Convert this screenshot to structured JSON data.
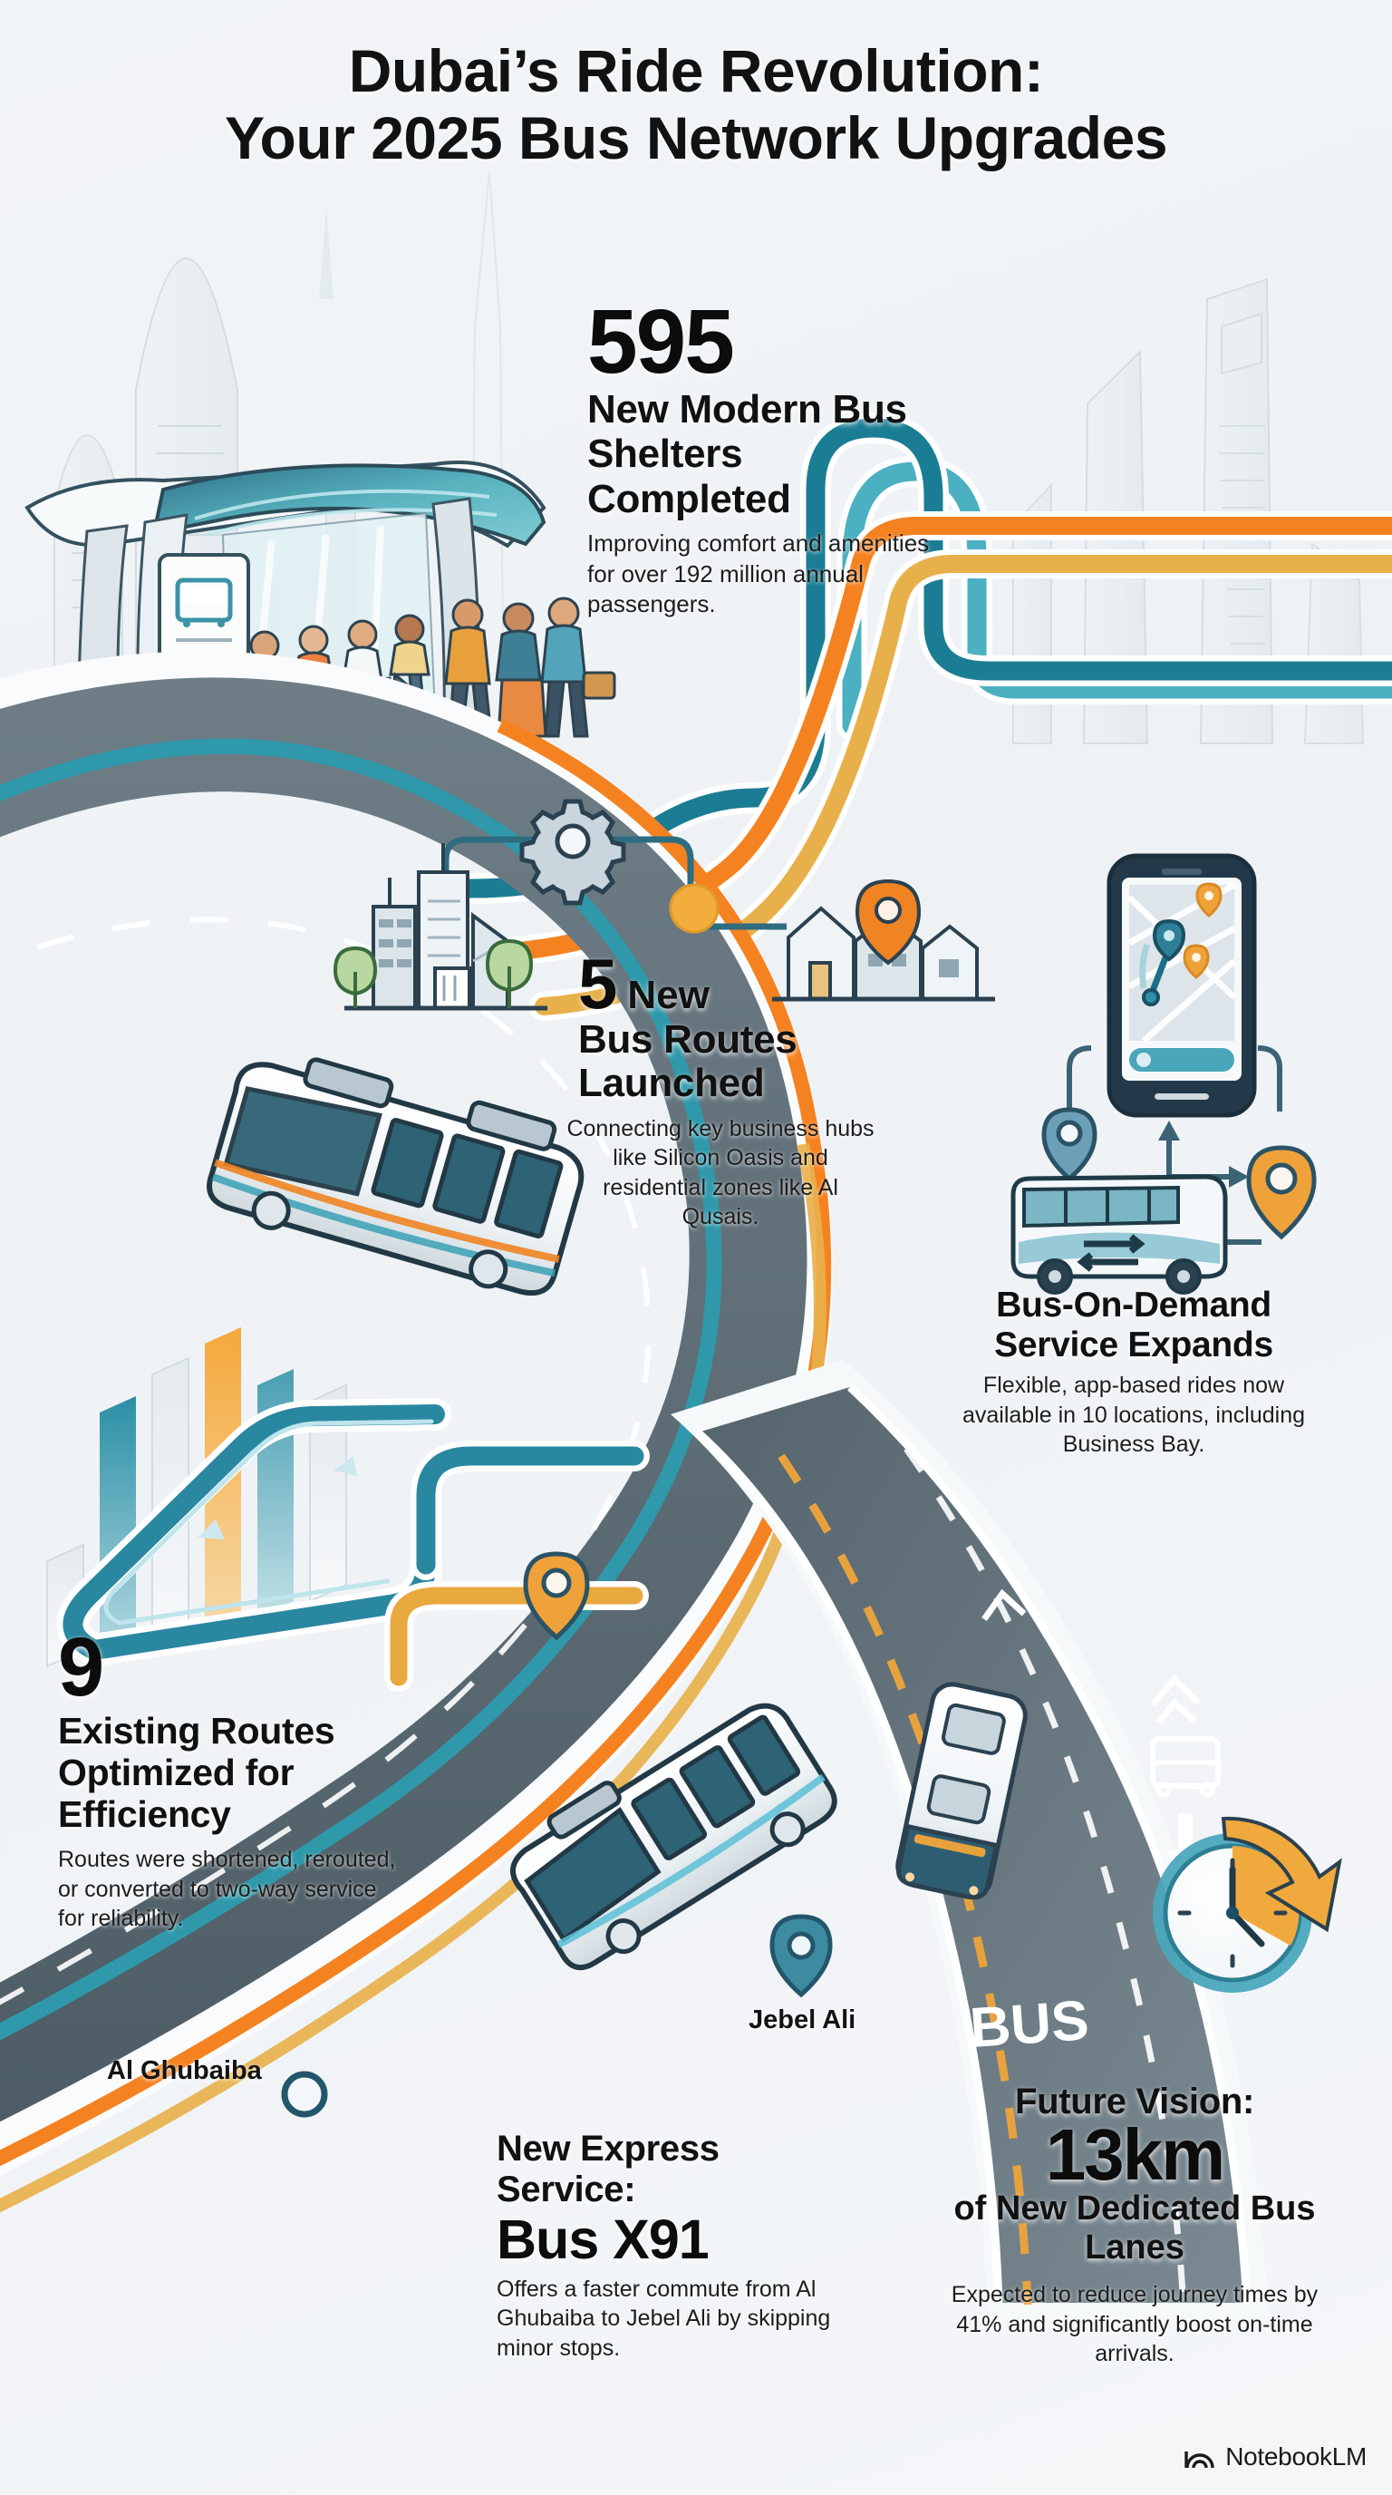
{
  "title": {
    "line1": "Dubai’s Ride Revolution:",
    "line2": "Your 2025 Bus Network Upgrades"
  },
  "colors": {
    "teal_light": "#4fb3c4",
    "teal_dark": "#1b7d93",
    "orange": "#f58220",
    "gold": "#e8b04b",
    "road_grey": "#5b6a72",
    "ink": "#1f3a47",
    "background": "#f1f4f7"
  },
  "blocks": {
    "shelters": {
      "number": "595",
      "headline": "New Modern Bus Shelters Completed",
      "body": "Improving comfort and amenities for over 192 million annual passengers."
    },
    "routes": {
      "number": "5",
      "headline_inline": "New",
      "headline_rest": "Bus Routes Launched",
      "body": "Connecting key business hubs like Silicon Oasis and residential zones like Al Qusais."
    },
    "bus_on_demand": {
      "headline": "Bus-On-Demand Service Expands",
      "body": "Flexible, app-based rides now available in 10 locations, including Business Bay."
    },
    "existing": {
      "number": "9",
      "headline": "Existing Routes Optimized for Efficiency",
      "body": "Routes were shortened, rerouted, or converted to two-way service for reliability."
    },
    "express": {
      "headline": "New Express Service:",
      "number": "Bus X91",
      "body": "Offers a faster commute from Al Ghubaiba to Jebel Ali by skipping minor stops."
    },
    "future": {
      "headline": "Future Vision:",
      "number": "13km",
      "headline2": "of New Dedicated Bus Lanes",
      "body": "Expected to reduce journey times by 41% and significantly boost on-time arrivals."
    }
  },
  "stations": [
    {
      "name": "Al Ghubaiba"
    },
    {
      "name": "Jebel Ali"
    }
  ],
  "road_markings": {
    "bus_lane_label": "BUS"
  },
  "icons": [
    "bus-shelter-icon",
    "city-skyline-icon",
    "gear-icon",
    "office-buildings-icon",
    "tree-icon",
    "houses-icon",
    "map-pin-icon",
    "smartphone-map-icon",
    "bus-side-icon",
    "bus-exchange-icon",
    "bar-chart-icon",
    "clock-arrow-icon",
    "bus-lane-marking-icon",
    "arrow-up-icon",
    "chevron-up-icon"
  ],
  "watermark": {
    "brand": "NotebookLM",
    "logo": "notebooklm-logo-icon"
  }
}
